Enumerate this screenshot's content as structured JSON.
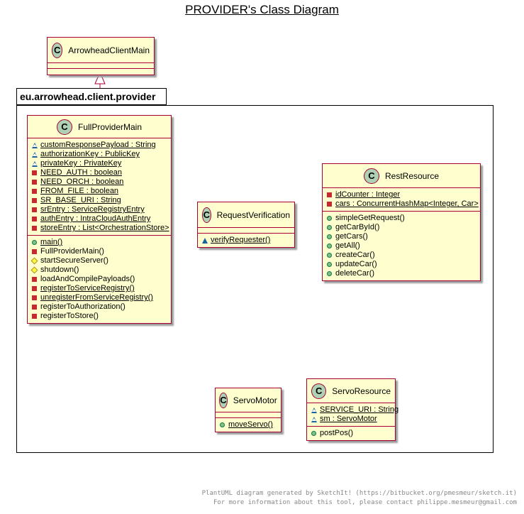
{
  "title": "PROVIDER's Class Diagram",
  "package": {
    "name": "eu.arrowhead.client.provider"
  },
  "classes": {
    "client_main": {
      "stereotype": "C",
      "name": "ArrowheadClientMain"
    },
    "full_provider": {
      "stereotype": "C",
      "name": "FullProviderMain",
      "fields": [
        {
          "vis": "package",
          "text": "customResponsePayload : String",
          "static": true
        },
        {
          "vis": "package",
          "text": "authorizationKey : PublicKey",
          "static": true
        },
        {
          "vis": "package",
          "text": "privateKey : PrivateKey",
          "static": true
        },
        {
          "vis": "private",
          "text": "NEED_AUTH : boolean",
          "static": true
        },
        {
          "vis": "private",
          "text": "NEED_ORCH : boolean",
          "static": true
        },
        {
          "vis": "private",
          "text": "FROM_FILE : boolean",
          "static": true
        },
        {
          "vis": "private",
          "text": "SR_BASE_URI : String",
          "static": true
        },
        {
          "vis": "private",
          "text": "srEntry : ServiceRegistryEntry",
          "static": true
        },
        {
          "vis": "private",
          "text": "authEntry : IntraCloudAuthEntry",
          "static": true
        },
        {
          "vis": "private",
          "text": "storeEntry : List<OrchestrationStore>",
          "static": true
        }
      ],
      "methods": [
        {
          "vis": "public",
          "text": "main()",
          "static": true
        },
        {
          "vis": "private",
          "text": "FullProviderMain()",
          "static": false
        },
        {
          "vis": "protected",
          "text": "startSecureServer()",
          "static": false
        },
        {
          "vis": "protected",
          "text": "shutdown()",
          "static": false
        },
        {
          "vis": "private",
          "text": "loadAndCompilePayloads()",
          "static": false
        },
        {
          "vis": "private",
          "text": "registerToServiceRegistry()",
          "static": true
        },
        {
          "vis": "private",
          "text": "unregisterFromServiceRegistry()",
          "static": true
        },
        {
          "vis": "private",
          "text": "registerToAuthorization()",
          "static": false
        },
        {
          "vis": "private",
          "text": "registerToStore()",
          "static": false
        }
      ]
    },
    "request_verification": {
      "stereotype": "C",
      "name": "RequestVerification",
      "methods": [
        {
          "vis": "package",
          "text": "verifyRequester()",
          "static": true
        }
      ]
    },
    "rest_resource": {
      "stereotype": "C",
      "name": "RestResource",
      "fields": [
        {
          "vis": "private",
          "text": "idCounter : Integer",
          "static": true
        },
        {
          "vis": "private",
          "text": "cars : ConcurrentHashMap<Integer, Car>",
          "static": true
        }
      ],
      "methods": [
        {
          "vis": "public",
          "text": "simpleGetRequest()",
          "static": false
        },
        {
          "vis": "public",
          "text": "getCarById()",
          "static": false
        },
        {
          "vis": "public",
          "text": "getCars()",
          "static": false
        },
        {
          "vis": "public",
          "text": "getAll()",
          "static": false
        },
        {
          "vis": "public",
          "text": "createCar()",
          "static": false
        },
        {
          "vis": "public",
          "text": "updateCar()",
          "static": false
        },
        {
          "vis": "public",
          "text": "deleteCar()",
          "static": false
        }
      ]
    },
    "servo_motor": {
      "stereotype": "C",
      "name": "ServoMotor",
      "methods": [
        {
          "vis": "public",
          "text": "moveServo()",
          "static": true
        }
      ]
    },
    "servo_resource": {
      "stereotype": "C",
      "name": "ServoResource",
      "fields": [
        {
          "vis": "package",
          "text": "SERVICE_URI : String",
          "static": true
        },
        {
          "vis": "package",
          "text": "sm : ServoMotor",
          "static": true
        }
      ],
      "methods": [
        {
          "vis": "public",
          "text": "postPos()",
          "static": false
        }
      ]
    }
  },
  "relations": [
    {
      "from": "FullProviderMain",
      "to": "ArrowheadClientMain",
      "type": "extends"
    }
  ],
  "footer": {
    "line1": "PlantUML diagram generated by SketchIt! (https://bitbucket.org/pmesmeur/sketch.it)",
    "line2": "For more information about this tool, please contact philippe.mesmeur@gmail.com"
  }
}
